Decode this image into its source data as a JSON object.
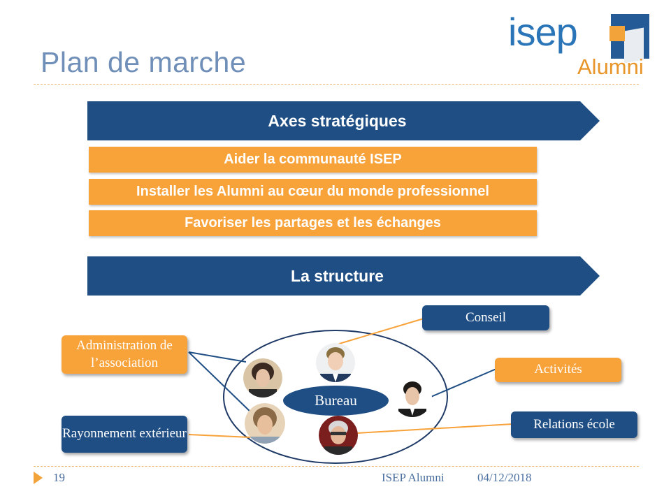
{
  "slide": {
    "title": "Plan de marche",
    "logo": {
      "isep": "isep",
      "alumni": "Alumni"
    },
    "banners": {
      "axes": "Axes stratégiques",
      "structure": "La structure"
    },
    "axes": [
      "Aider la communauté ISEP",
      "Installer les Alumni au cœur du monde professionnel",
      "Favoriser les partages et les échanges"
    ],
    "structure": {
      "center": "Bureau",
      "nodes": {
        "administration": "Administration de l’association",
        "rayonnement": "Rayonnement extérieur",
        "conseil": "Conseil",
        "activites": "Activités",
        "relations": "Relations école"
      }
    },
    "footer": {
      "page": "19",
      "org": "ISEP Alumni",
      "date": "04/12/2018"
    },
    "colors": {
      "navy": "#1f4e85",
      "orange": "#f8a23a",
      "title": "#6f8fb8"
    }
  }
}
